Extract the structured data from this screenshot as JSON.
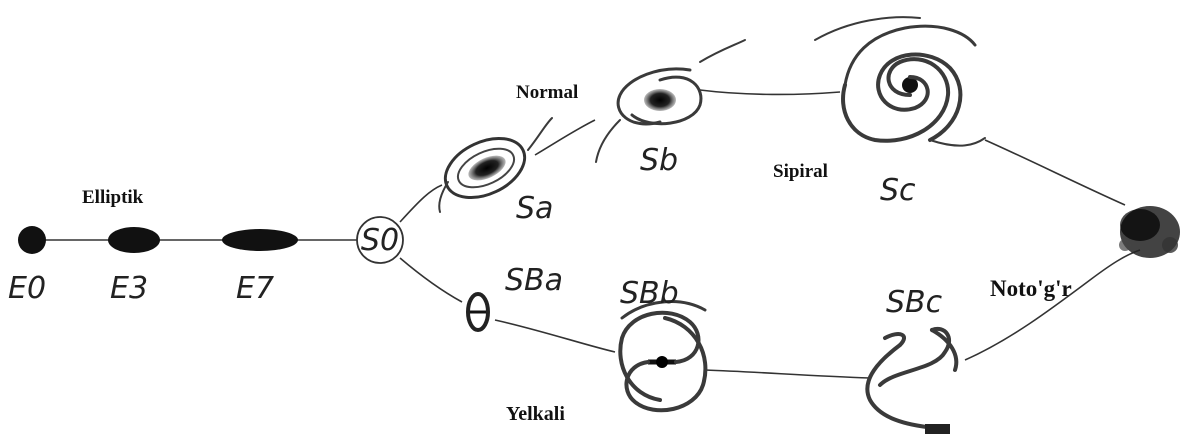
{
  "hubble_sequence": {
    "elliptical": {
      "heading": "Elliptik",
      "items": [
        {
          "id": "e0",
          "label": "E0"
        },
        {
          "id": "e3",
          "label": "E3"
        },
        {
          "id": "e7",
          "label": "E7"
        }
      ]
    },
    "lenticular": {
      "label": "S0"
    },
    "normal_spiral": {
      "heading": "Normal",
      "branch_label": "Sipiral",
      "items": [
        {
          "id": "sa",
          "label": "Sa"
        },
        {
          "id": "sb",
          "label": "Sb"
        },
        {
          "id": "sc",
          "label": "Sc"
        }
      ]
    },
    "barred_spiral": {
      "heading": "Yelkali",
      "items": [
        {
          "id": "sba",
          "label": "SBa"
        },
        {
          "id": "sbb",
          "label": "SBb"
        },
        {
          "id": "sbc",
          "label": "SBc"
        }
      ]
    },
    "irregular": {
      "label": "Noto'g'r"
    }
  },
  "colors": {
    "ink": "#111111",
    "line": "#333333",
    "background": "#ffffff"
  }
}
